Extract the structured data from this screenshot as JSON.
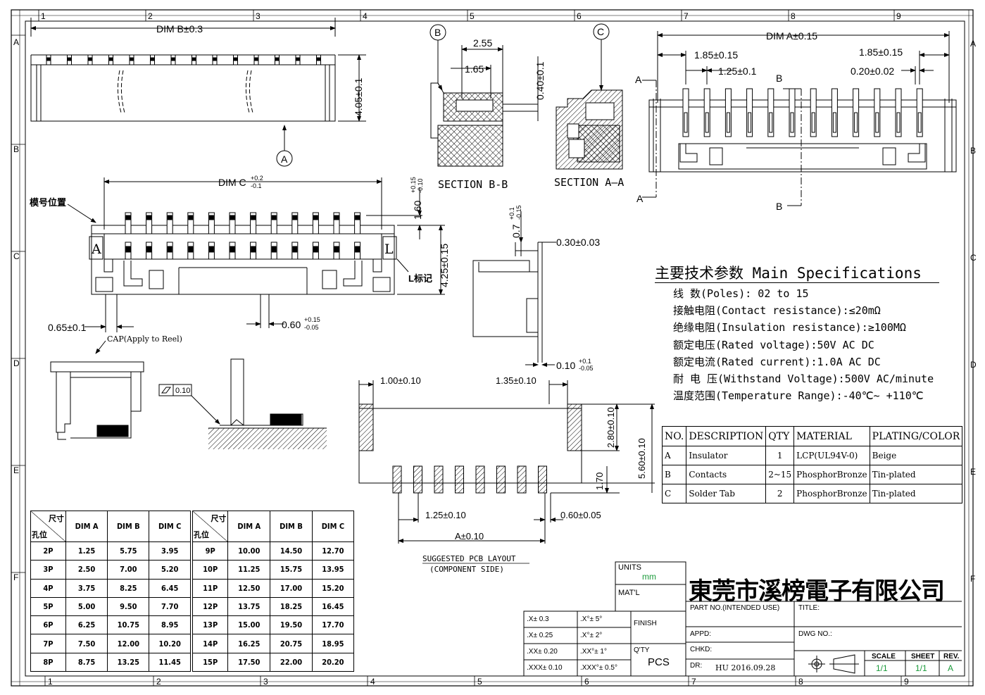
{
  "colors": {
    "line": "#000000",
    "accent_text": "#1a9a3a"
  },
  "border": {
    "cols_top": [
      "1",
      "2",
      "3",
      "4",
      "5",
      "6",
      "7",
      "8",
      "9"
    ],
    "cols_bottom": [
      "1",
      "2",
      "3",
      "4",
      "5",
      "6",
      "7",
      "8",
      "9"
    ],
    "rows": [
      "A",
      "B",
      "C",
      "D",
      "E",
      "F"
    ]
  },
  "views": {
    "dim_b": "DIM B±0.3",
    "dim_405": "4.05±0.1",
    "label_a": "A",
    "label_b": "B",
    "label_c": "C",
    "dim_255": "2.55",
    "dim_165": "1.65",
    "dim_040": "0.40±0.1",
    "section_bb": "SECTION B-B",
    "section_aa": "SECTION A—A",
    "dim_a": "DIM A±0.15",
    "dim_185_left": "1.85±0.15",
    "dim_125": "1.25±0.1",
    "dim_185_right": "1.85±0.15",
    "dim_020": "0.20±0.02",
    "sec_a_top": "A",
    "sec_a_bottom": "A",
    "sec_b_top": "B",
    "sec_b_bottom": "B",
    "dim_c": "DIM C",
    "dim_c_tol_up": "+0.2",
    "dim_c_tol_dn": "-0.1",
    "mold_position": "模号位置",
    "mark_a": "A",
    "mark_l": "L",
    "l_mark": "L标记",
    "dim_160": "1.60",
    "dim_160_tol_up": "+0.15",
    "dim_160_tol_dn": "-0.10",
    "dim_425": "4.25±0.15",
    "dim_065": "0.65±0.1",
    "dim_060": "0.60",
    "dim_060_tol_up": "+0.15",
    "dim_060_tol_dn": "-0.05",
    "dim_07": "0.7",
    "dim_07_tol_up": "+0.1",
    "dim_07_tol_dn": "-0.15",
    "dim_030": "0.30±0.03",
    "dim_010": "0.10",
    "dim_010_tol_up": "+0.1",
    "dim_010_tol_dn": "-0.05",
    "cap_label": "CAP(Apply to Reel)",
    "flatness": "0.10",
    "pcb_100": "1.00±0.10",
    "pcb_135": "1.35±0.10",
    "pcb_280": "2.80±0.10",
    "pcb_560": "5.60±0.10",
    "pcb_170": "1.70",
    "pcb_125": "1.25±0.10",
    "pcb_060": "0.60±0.05",
    "pcb_a": "A±0.10",
    "pcb_title1": "SUGGESTED PCB LAYOUT",
    "pcb_title2": "(COMPONENT SIDE)"
  },
  "dim_table": {
    "corner_top": "尺寸",
    "corner_bottom": "孔位",
    "headers": [
      "DIM A",
      "DIM B",
      "DIM C"
    ],
    "left_rows": [
      [
        "2P",
        "1.25",
        "5.75",
        "3.95"
      ],
      [
        "3P",
        "2.50",
        "7.00",
        "5.20"
      ],
      [
        "4P",
        "3.75",
        "8.25",
        "6.45"
      ],
      [
        "5P",
        "5.00",
        "9.50",
        "7.70"
      ],
      [
        "6P",
        "6.25",
        "10.75",
        "8.95"
      ],
      [
        "7P",
        "7.50",
        "12.00",
        "10.20"
      ],
      [
        "8P",
        "8.75",
        "13.25",
        "11.45"
      ]
    ],
    "right_rows": [
      [
        "9P",
        "10.00",
        "14.50",
        "12.70"
      ],
      [
        "10P",
        "11.25",
        "15.75",
        "13.95"
      ],
      [
        "11P",
        "12.50",
        "17.00",
        "15.20"
      ],
      [
        "12P",
        "13.75",
        "18.25",
        "16.45"
      ],
      [
        "13P",
        "15.00",
        "19.50",
        "17.70"
      ],
      [
        "14P",
        "16.25",
        "20.75",
        "18.95"
      ],
      [
        "15P",
        "17.50",
        "22.00",
        "20.20"
      ]
    ]
  },
  "specs": {
    "title": "主要技术参数 Main Specifications",
    "lines": [
      "线    数(Poles): 02 to 15",
      "接触电阻(Contact resistance):≤20mΩ",
      "绝缘电阻(Insulation resistance):≥100MΩ",
      "额定电压(Rated voltage):50V AC DC",
      "额定电流(Rated current):1.0A AC DC",
      "耐 电 压(Withstand Voltage):500V AC/minute",
      "温度范围(Temperature Range):-40℃~ +110℃"
    ]
  },
  "materials": {
    "headers": [
      "NO.",
      "DESCRIPTION",
      "QTY",
      "MATERIAL",
      "PLATING/COLOR"
    ],
    "rows": [
      [
        "A",
        "Insulator",
        "1",
        "LCP(UL94V-0)",
        "Beige"
      ],
      [
        "B",
        "Contacts",
        "2~15",
        "PhosphorBronze",
        "Tin-plated"
      ],
      [
        "C",
        "Solder Tab",
        "2",
        "PhosphorBronze",
        "Tin-plated"
      ]
    ]
  },
  "title_block": {
    "tolerances": [
      [
        ".X± 0.3",
        ".X°± 5°"
      ],
      [
        ".X± 0.25",
        ".X°± 2°"
      ],
      [
        ".XX± 0.20",
        ".XX°± 1°"
      ],
      [
        ".XXX± 0.10",
        ".XXX°± 0.5°"
      ]
    ],
    "units_label": "UNITS",
    "units_value": "mm",
    "matl_label": "MAT'L",
    "finish_label": "FINISH",
    "qty_label": "Q'TY",
    "qty_value": "PCS",
    "company": "東莞市溪榜電子有限公司",
    "part_no_label": "PART NO.(INTENDED USE)",
    "title_label": "TITLE:",
    "appd_label": "APPD:",
    "chkd_label": "CHKD:",
    "dr_label": "DR:",
    "dr_value": "HU  2016.09.28",
    "dwg_label": "DWG NO.:",
    "scale_label": "SCALE",
    "scale_value": "1/1",
    "sheet_label": "SHEET",
    "sheet_value": "1/1",
    "rev_label": "REV.",
    "rev_value": "A"
  }
}
